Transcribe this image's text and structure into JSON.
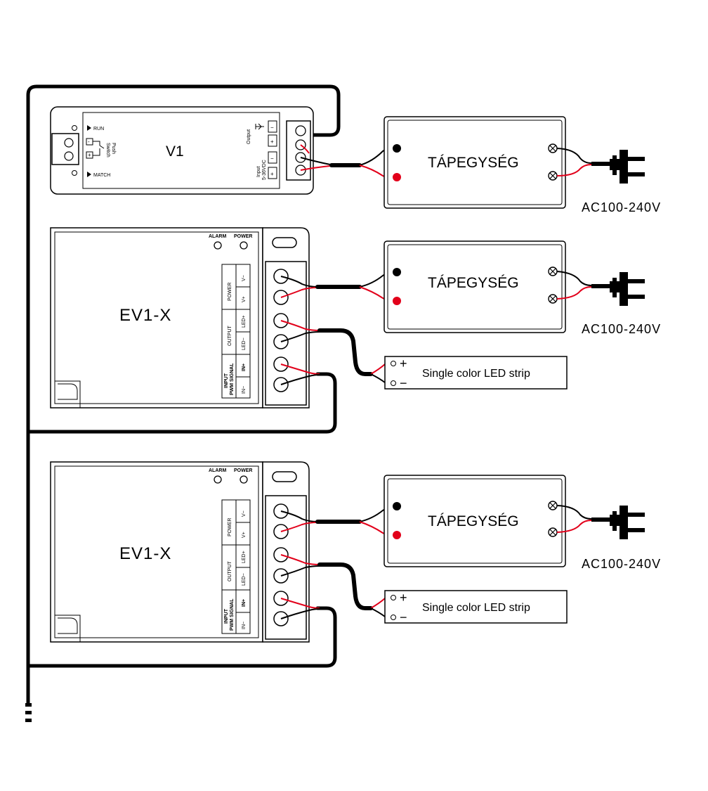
{
  "controller": {
    "name": "V1",
    "run_label": "RUN",
    "match_label": "MATCH",
    "push_label": "Push",
    "switch_label": "Switch",
    "output_label": "Output",
    "input_label": "Input",
    "input_voltage": "5-36VDC",
    "minus": "−",
    "plus": "+"
  },
  "receivers": [
    {
      "name": "EV1-X",
      "alarm_label": "ALARM",
      "power_label": "POWER",
      "power_group": "POWER",
      "output_group": "OUTPUT",
      "input_group_1": "INPUT",
      "input_group_2": "PWM SIGNAL",
      "v_minus": "V−",
      "v_plus": "V+",
      "led_plus": "LED+",
      "led_minus": "LED−",
      "in_plus": "IN+",
      "in_minus": "IN−"
    },
    {
      "name": "EV1-X",
      "alarm_label": "ALARM",
      "power_label": "POWER",
      "power_group": "POWER",
      "output_group": "OUTPUT",
      "input_group_1": "INPUT",
      "input_group_2": "PWM SIGNAL",
      "v_minus": "V−",
      "v_plus": "V+",
      "led_plus": "LED+",
      "led_minus": "LED−",
      "in_plus": "IN+",
      "in_minus": "IN−"
    }
  ],
  "power_supplies": [
    {
      "name": "TÁPEGYSÉG",
      "ac_label": "AC100-240V"
    },
    {
      "name": "TÁPEGYSÉG",
      "ac_label": "AC100-240V"
    },
    {
      "name": "TÁPEGYSÉG",
      "ac_label": "AC100-240V"
    }
  ],
  "led_strips": [
    {
      "label": "Single color LED strip",
      "plus": "+",
      "minus": "−"
    },
    {
      "label": "Single color LED strip",
      "plus": "+",
      "minus": "−"
    }
  ],
  "colors": {
    "wire_positive": "#e2001a",
    "wire_negative": "#000000"
  }
}
